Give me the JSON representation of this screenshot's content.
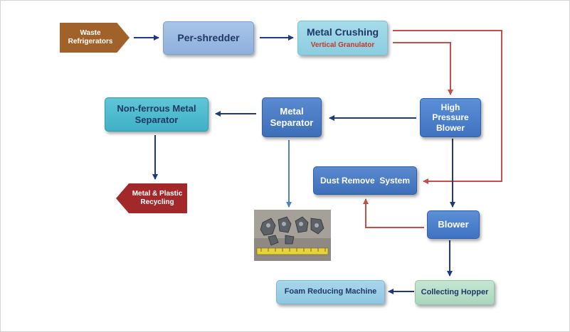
{
  "input": "Waste\nRefrigerators",
  "preshredder": "Per-shredder",
  "metal_crushing": {
    "title": "Metal Crushing",
    "sub": "Vertical Granulator"
  },
  "high_pressure_blower": "High\nPressure\nBlower",
  "metal_separator": "Metal\nSeparator",
  "nonferrous": "Non-ferrous Metal\nSeparator",
  "output_recycling": "Metal & Plastic\nRecycling",
  "dust_remove": "Dust Remove  System",
  "blower": "Blower",
  "collecting_hopper": "Collecting Hopper",
  "foam_reducing": "Foam Reducing Machine",
  "colors": {
    "flow": "#1f3a7a",
    "return": "#c0504d",
    "input_tag": "#a0612a",
    "output_tag": "#a3282a"
  },
  "photo": {
    "kind": "photo of crushed metal pieces with a measuring tape"
  }
}
